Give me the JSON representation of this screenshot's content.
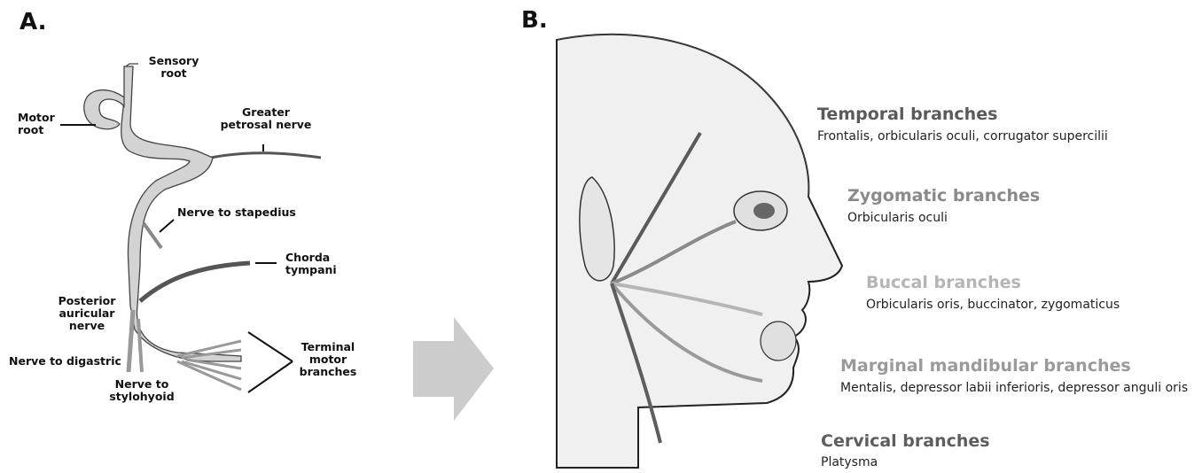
{
  "panels": {
    "a": "A.",
    "b": "B."
  },
  "diagram_a": {
    "labels": {
      "sensory_root": "Sensory\nroot",
      "motor_root": "Motor\nroot",
      "greater_petrosal": "Greater\npetrosal nerve",
      "stapedius": "Nerve to stapedius",
      "chorda": "Chorda\ntympani",
      "posterior_auricular": "Posterior\nauricular\nnerve",
      "digastric": "Nerve to digastric",
      "stylohyoid": "Nerve to\nstylohyoid",
      "terminal": "Terminal\nmotor\nbranches"
    },
    "colors": {
      "nerve": "#d3d3d3",
      "outline": "#444444",
      "branch": "#555555"
    }
  },
  "diagram_b": {
    "branches": [
      {
        "title": "Temporal branches",
        "muscles": "Frontalis, orbicularis oculi, corrugator supercilii",
        "color": "#5a5a5a"
      },
      {
        "title": "Zygomatic branches",
        "muscles": "Orbicularis oculi",
        "color": "#8a8a8a"
      },
      {
        "title": "Buccal branches",
        "muscles": "Orbicularis oris, buccinator, zygomaticus",
        "color": "#b5b5b5"
      },
      {
        "title": "Marginal mandibular branches",
        "muscles": "Mentalis, depressor labii inferioris, depressor anguli oris",
        "color": "#9a9a9a"
      },
      {
        "title": "Cervical branches",
        "muscles": "Platysma",
        "color": "#5e5e5e"
      }
    ]
  },
  "arrow": {
    "color": "#cccccc"
  }
}
